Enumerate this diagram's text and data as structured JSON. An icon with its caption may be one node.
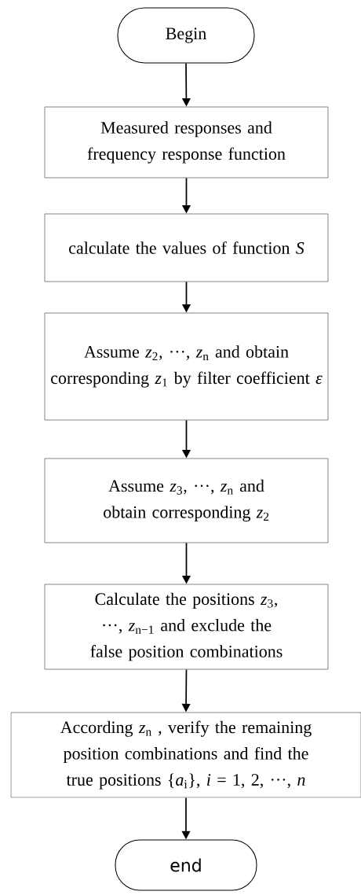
{
  "diagram": {
    "nodes": [
      {
        "text": [
          "Begin"
        ]
      },
      {
        "text": [
          "Measured responses and frequency response function"
        ]
      },
      {
        "text": [
          "calculate the values of function *S*"
        ]
      },
      {
        "text": [
          "Assume *z*$_{2}$, ···, *z*$_{n}$ and obtain corresponding *z*$_{1}$ by filter coefficient *ε*"
        ]
      },
      {
        "text": [
          "Assume *z*$_{3}$, ···, *z*$_{n}$ and obtain corresponding *z*$_{2}$"
        ]
      },
      {
        "text": [
          "Calculate the positions *z*$_{3}$, ···, *z*$_{n−1}$ and exclude the false position combinations"
        ]
      },
      {
        "text": [
          "According *z*$_{n}$ , verify the remaining position combinations and find the true positions {*a*$_{i}$}, *i* = 1, 2, ···, *n*"
        ]
      },
      {
        "text": [
          "end"
        ]
      }
    ],
    "edges": [
      {
        "from": 0,
        "to": 1,
        "arrow": "to"
      },
      {
        "from": 1,
        "to": 2,
        "arrow": "to"
      },
      {
        "from": 2,
        "to": 3,
        "arrow": "to"
      },
      {
        "from": 3,
        "to": 4,
        "arrow": "to"
      },
      {
        "from": 4,
        "to": 5,
        "arrow": "to"
      },
      {
        "from": 5,
        "to": 6,
        "arrow": "to"
      },
      {
        "from": 6,
        "to": 7,
        "arrow": "to"
      }
    ]
  }
}
